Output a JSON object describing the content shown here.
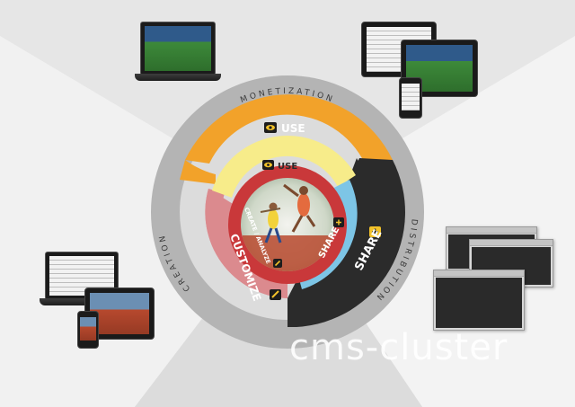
{
  "outer_ring": {
    "top_label": "MONETIZATION",
    "left_label": "CREATION",
    "right_label": "DISTRIBUTION"
  },
  "segments": {
    "use_outer": "USE",
    "use_inner": "USE",
    "share_outer": "SHARE",
    "share_inner": "SHARE",
    "customize": "CUSTOMIZE",
    "create_analyze": "CREATE / ANALYZE"
  },
  "colors": {
    "background": "#e9e9e9",
    "outer_ring": "#b4b4b4",
    "use_orange": "#f2a22a",
    "use_yellow": "#f7ec8a",
    "share_dark": "#2b2b2b",
    "share_blue": "#7dc5e6",
    "customize_pink": "#db8a8e",
    "create_red": "#c9383a"
  },
  "icons": [
    "eye-icon",
    "cross-arrows-icon",
    "pen-icon"
  ],
  "watermark": "cms-cluster"
}
